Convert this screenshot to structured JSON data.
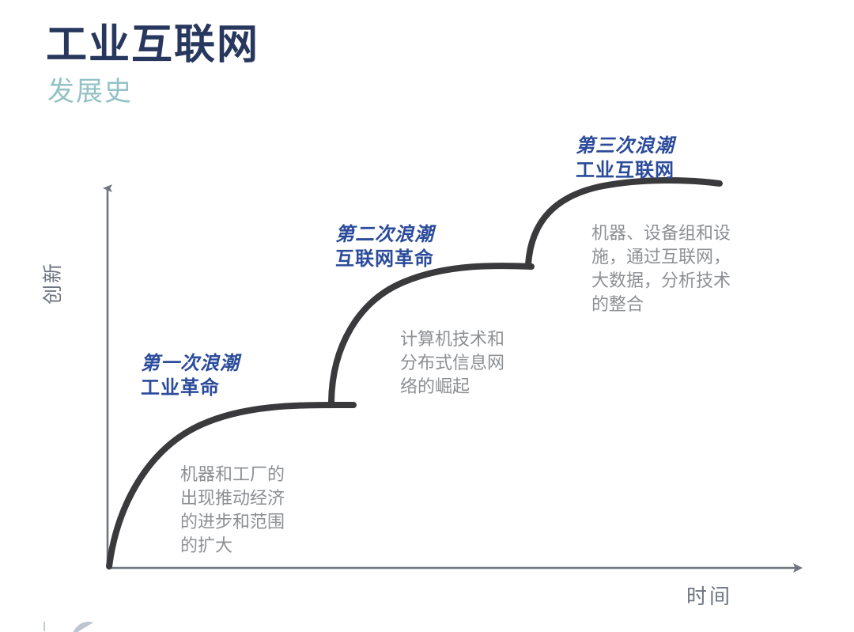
{
  "header": {
    "title": "工业互联网",
    "subtitle": "发展史",
    "title_color": "#27375e",
    "subtitle_color": "#93c2c6"
  },
  "axes": {
    "y_label": "创新",
    "x_label": "时间",
    "axis_color": "#6f7480",
    "label_color": "#6d7480"
  },
  "waves": [
    {
      "ordinal": "第一次浪潮",
      "name": "工业革命",
      "description": "机器和工厂的\n出现推动经济\n的进步和范围\n的扩大"
    },
    {
      "ordinal": "第二次浪潮",
      "name": "互联网革命",
      "description": "计算机技术和\n分布式信息网\n络的崛起"
    },
    {
      "ordinal": "第三次浪潮",
      "name": "工业互联网",
      "description": "机器、设备组和设\n施，通过互联网，\n大数据，分析技术\n的整合"
    }
  ],
  "style": {
    "wave_heading_color": "#2b4b9b",
    "description_color": "#8d8f93",
    "curve_color": "#3a3a3c"
  },
  "chart_data": {
    "type": "line",
    "title": "工业互联网 发展史",
    "xlabel": "时间",
    "ylabel": "创新",
    "grid": false,
    "legend": "none",
    "annotations": [
      "第一次浪潮 工业革命",
      "第二次浪潮 互联网革命",
      "第三次浪潮 工业互联网"
    ],
    "description": "三段递进的S形浪潮曲线，每段先快速上升后趋于平缓，整体呈阶梯式上升",
    "series": [
      {
        "name": "第一次浪潮 工业革命",
        "x": [
          0,
          5,
          12,
          22,
          34,
          46,
          58,
          70
        ],
        "y": [
          0,
          14,
          26,
          36,
          42,
          45,
          46,
          46
        ]
      },
      {
        "name": "第二次浪潮 互联网革命",
        "x": [
          62,
          68,
          76,
          86,
          96,
          108,
          120,
          132
        ],
        "y": [
          47,
          62,
          74,
          82,
          86,
          88,
          89,
          89
        ]
      },
      {
        "name": "第三次浪潮 工业互联网",
        "x": [
          128,
          134,
          142,
          152,
          164,
          178,
          192,
          206
        ],
        "y": [
          90,
          105,
          116,
          123,
          128,
          131,
          133,
          133
        ]
      }
    ],
    "xlim": [
      0,
      230
    ],
    "ylim": [
      0,
      150
    ]
  }
}
